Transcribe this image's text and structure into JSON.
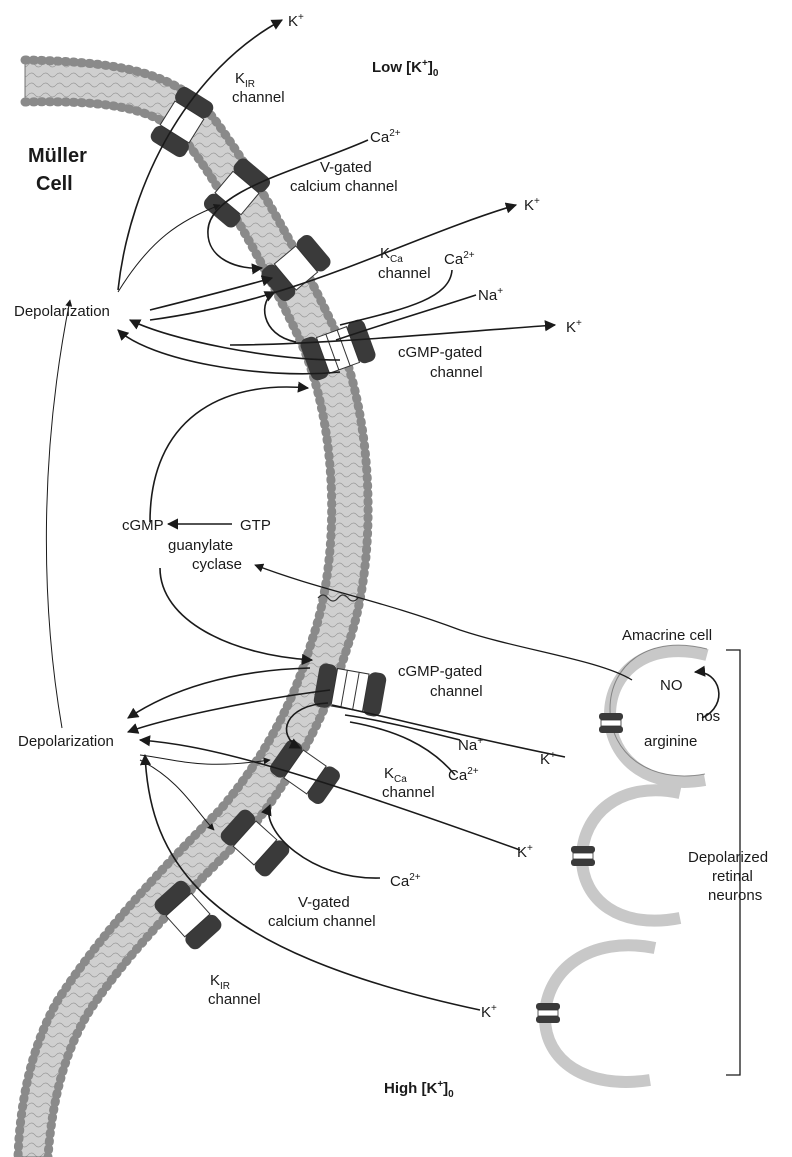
{
  "cell_label": {
    "line1": "Müller",
    "line2": "Cell"
  },
  "low_k": {
    "base": "Low [K",
    "sup": "+",
    "tail": "]",
    "sub": "0"
  },
  "high_k": {
    "base": "High [K",
    "sup": "+",
    "tail": "]",
    "sub": "0"
  },
  "ions": {
    "k_plus": {
      "base": "K",
      "sup": "+"
    },
    "ca_2plus": {
      "base": "Ca",
      "sup": "2+"
    },
    "na_plus": {
      "base": "Na",
      "sup": "+"
    }
  },
  "channels": {
    "kir": {
      "base": "K",
      "sub": "IR",
      "line2": "channel"
    },
    "vgated": {
      "line1": "V-gated",
      "line2": "calcium channel"
    },
    "kca": {
      "base": "K",
      "sub": "Ca",
      "line2": "channel"
    },
    "cgmp": {
      "line1": "cGMP-gated",
      "line2": "channel"
    }
  },
  "depolarization": "Depolarization",
  "cgmp": "cGMP",
  "gtp": "GTP",
  "guanylate_cyclase": {
    "line1": "guanylate",
    "line2": "cyclase"
  },
  "amacrine_cell": "Amacrine cell",
  "no": "NO",
  "nos": "nos",
  "arginine": "arginine",
  "depolarized_neurons": {
    "line1": "Depolarized",
    "line2": "retinal",
    "line3": "neurons"
  },
  "colors": {
    "membrane_fill": "#cfcfcf",
    "channel_dark": "#3a3a3a",
    "lipid_head": "#e0e0e0",
    "neuron_ring": "#c8c8c8",
    "ink": "#1a1a1a"
  }
}
